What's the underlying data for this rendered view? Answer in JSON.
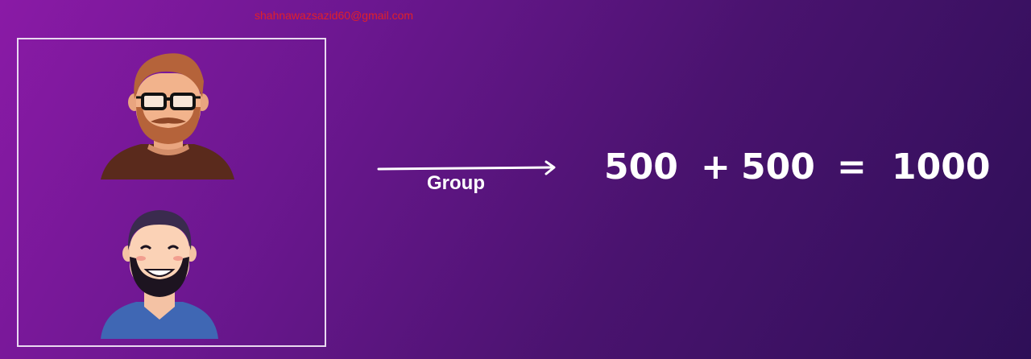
{
  "watermark": "shahnawazsazid60@gmail.com",
  "group_label": "Group",
  "equation": {
    "term1": "500",
    "plus": "+",
    "term2": "500",
    "equals": "=",
    "result": "1000"
  },
  "colors": {
    "watermark": "#e0202a",
    "frame_border": "#e9d9f0",
    "text": "#ffffff"
  },
  "icons": [
    "hipster-avatar-icon",
    "bearded-avatar-icon",
    "right-arrow-icon"
  ]
}
